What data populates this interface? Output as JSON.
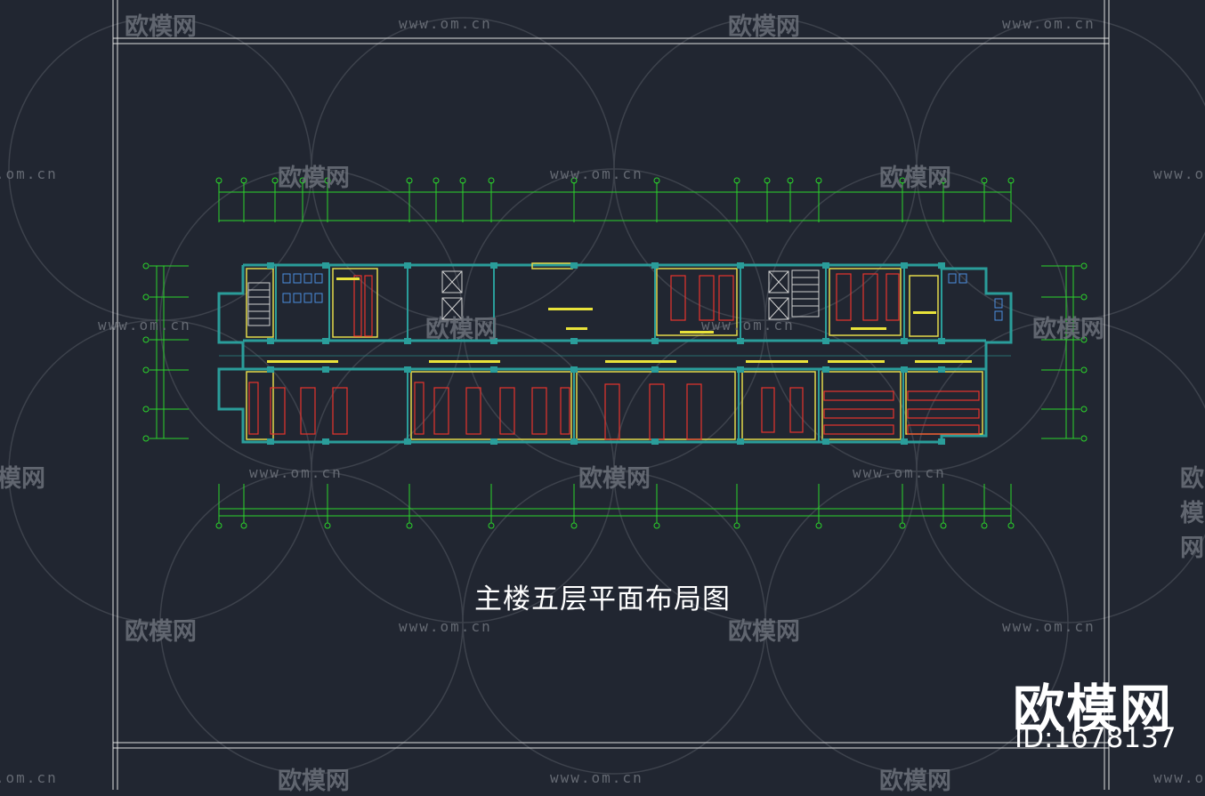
{
  "drawing": {
    "title": "主楼五层平面布局图"
  },
  "brand": {
    "name": "欧模网",
    "id_label": "ID:1678137"
  },
  "watermark": {
    "logo_text": "欧模网",
    "url": "www.om.cn"
  },
  "colors": {
    "background": "#212631",
    "grid": "#2bd42b",
    "walls": "#2a9d9a",
    "furniture": "#e8342c",
    "partitions": "#e2d84a",
    "labels": "#e9e33a",
    "watermark": "#6c717a"
  }
}
